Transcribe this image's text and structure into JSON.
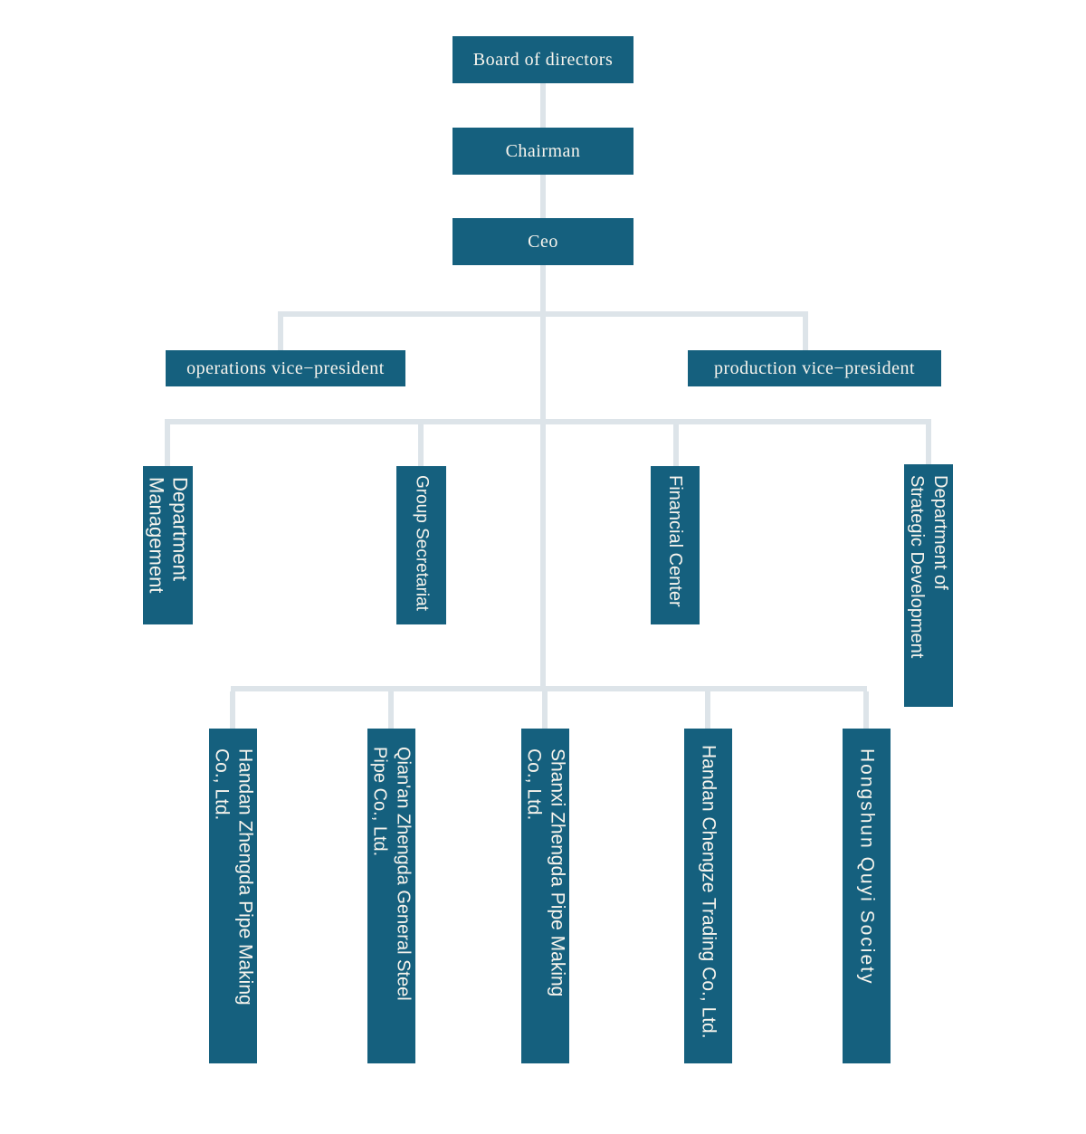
{
  "palette": {
    "box_fill": "#15607e",
    "box_text": "#f7f4ed",
    "connector": "#dde4e9",
    "background": "#ffffff"
  },
  "top_chain": [
    {
      "label": "Board of directors"
    },
    {
      "label": "Chairman"
    },
    {
      "label": "Ceo"
    }
  ],
  "vice_presidents": [
    {
      "label": "operations vice−president"
    },
    {
      "label": "production vice−president"
    }
  ],
  "departments": [
    {
      "label": "Management Department",
      "lines": [
        "Management",
        "Department"
      ]
    },
    {
      "label": "Group Secretariat",
      "lines": [
        "Group Secretariat"
      ]
    },
    {
      "label": "Financial Center",
      "lines": [
        "Financial Center"
      ]
    },
    {
      "label": "Department of Strategic Development",
      "lines": [
        "Department of",
        "Strategic Development"
      ]
    }
  ],
  "subsidiaries": [
    {
      "label": "Handan Zhengda Pipe Making Co., Ltd.",
      "lines": [
        "Handan Zhengda Pipe Making",
        "Co., Ltd."
      ]
    },
    {
      "label": "Qian'an Zhengda General Steel Pipe Co., Ltd.",
      "lines": [
        "Qian'an Zhengda General Steel",
        "Pipe Co., Ltd."
      ]
    },
    {
      "label": "Shanxi Zhengda Pipe Making Co., Ltd.",
      "lines": [
        "Shanxi Zhengda Pipe Making",
        "Co., Ltd."
      ]
    },
    {
      "label": "Handan Chengze Trading Co., Ltd.",
      "lines": [
        "Handan Chengze Trading Co., Ltd."
      ]
    },
    {
      "label": "Hongshun Quyi Society",
      "lines": [
        "Hongshun Quyi Society"
      ]
    }
  ]
}
